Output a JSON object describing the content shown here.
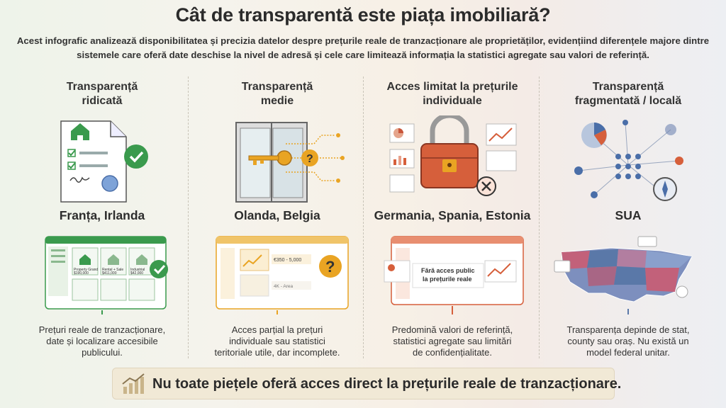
{
  "title": "Cât de transparentă este piața imobiliară?",
  "subtitle": "Acest infografic analizează disponibilitatea și precizia datelor despre prețurile reale de tranzacționare ale proprietăților, evidențiind diferențele majore dintre sistemele care oferă date deschise la nivel de adresă și cele care limitează informația la statistici agregate sau valori de referință.",
  "columns": [
    {
      "header": "Transparență\nridicată",
      "country": "Franța, Irlanda",
      "desc": "Prețuri reale de tranzacționare,\ndate și localizare accesibile\npublicului.",
      "accent": "#3a9a4d",
      "mock": {
        "tile1": "Property Grand",
        "tile1_price": "$190,000",
        "tile2": "Rental + Sale",
        "tile2_price": "$411,000",
        "tile3": "Industrial",
        "tile3_price": "$42,000"
      }
    },
    {
      "header": "Transparență\nmedie",
      "country": "Olanda, Belgia",
      "desc": "Acces parțial la prețuri\nindividuale sau statistici\nteritoriale utile, dar incomplete.",
      "accent": "#e9a423",
      "mock": {
        "range": "€350 - 5,000",
        "area": "4K - Area"
      }
    },
    {
      "header": "Acces limitat la prețurile\nindividuale",
      "country": "Germania, Spania, Estonia",
      "desc": "Predomină valori de referință,\nstatistici agregate sau limitări\nde confidențialitate.",
      "accent": "#d65f3b",
      "mock": {
        "note": "Fără acces public\nla prețurile reale"
      }
    },
    {
      "header": "Transparență\nfragmentată / locală",
      "country": "SUA",
      "desc": "Transparența depinde de stat,\ncounty sau oraș. Nu există un\nmodel federal unitar.",
      "accent": "#5a78a8"
    }
  ],
  "banner": "Nu toate piețele oferă acces direct la prețurile reale de tranzacționare.",
  "icons": [
    "document-check-icon",
    "house-icon",
    "seal-icon",
    "window-icon",
    "key-icon",
    "question-icon",
    "lock-icon",
    "chest-icon",
    "x-icon",
    "pie-chart-icon",
    "network-icon",
    "compass-icon",
    "map-usa-icon",
    "chart-growth-icon"
  ]
}
